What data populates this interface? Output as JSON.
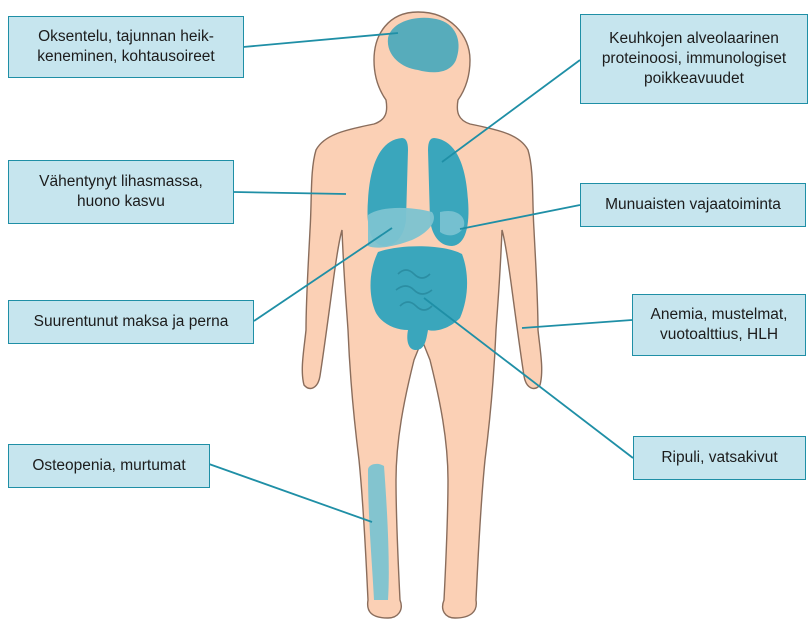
{
  "colors": {
    "skin": "#fbd0b5",
    "skin_outline": "#8a6d5c",
    "organ": "#3aa6bc",
    "organ_light": "#7cc3d1",
    "leader_line": "#1f8fa6",
    "box_fill": "#c6e5ee",
    "box_border": "#1f8fa6"
  },
  "labels": [
    {
      "id": "brain",
      "lines": [
        "Oksentelu, tajunnan heik-",
        "keneminen, kohtausoireet"
      ]
    },
    {
      "id": "lungs",
      "lines": [
        "Keuhkojen alveolaarinen",
        "proteinoosi, immunologiset",
        "poikkeavuudet"
      ]
    },
    {
      "id": "muscle",
      "lines": [
        "Vähentynyt lihasmassa,",
        "huono kasvu"
      ]
    },
    {
      "id": "kidney",
      "lines": [
        "Munuaisten vajaatoiminta"
      ]
    },
    {
      "id": "liver",
      "lines": [
        "Suurentunut maksa ja perna"
      ]
    },
    {
      "id": "blood",
      "lines": [
        "Anemia, mustelmat,",
        "vuotoalttius, HLH"
      ]
    },
    {
      "id": "bone",
      "lines": [
        "Osteopenia, murtumat"
      ]
    },
    {
      "id": "gut",
      "lines": [
        "Ripuli, vatsakivut"
      ]
    }
  ]
}
